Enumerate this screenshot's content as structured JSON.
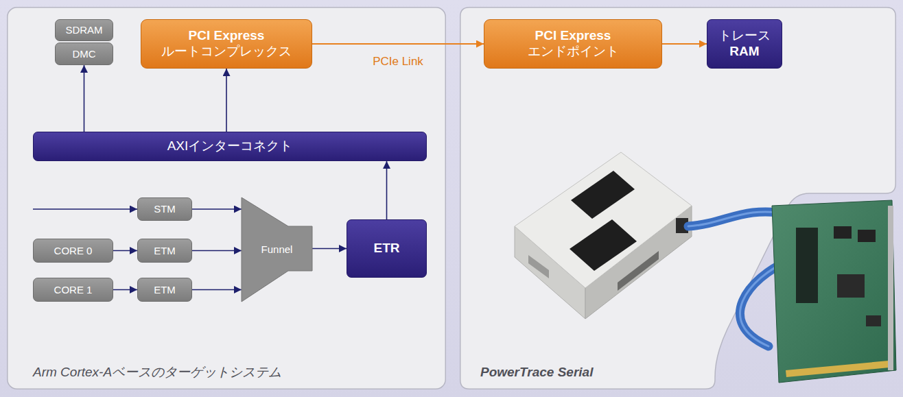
{
  "diagram": {
    "nodes": [
      {
        "text": [
          "Arm Cortex-Aベースのターゲットシステム"
        ]
      },
      {
        "text": [
          "SDRAM"
        ],
        "in": 0
      },
      {
        "text": [
          "DMC"
        ],
        "in": 0
      },
      {
        "text": [
          "PCI Express",
          "ルートコンプレックス"
        ],
        "in": 0
      },
      {
        "text": [
          "AXIインターコネクト"
        ],
        "in": 0
      },
      {
        "text": [
          "STM"
        ],
        "in": 0
      },
      {
        "text": [
          "CORE 0"
        ],
        "in": 0
      },
      {
        "text": [
          "ETM"
        ],
        "in": 0
      },
      {
        "text": [
          "Funnel"
        ],
        "in": 0
      },
      {
        "text": [
          "ETR"
        ],
        "in": 0
      },
      {
        "text": [
          "CORE 1"
        ],
        "in": 0
      },
      {
        "text": [
          "ETM"
        ],
        "in": 0
      },
      {
        "text": [
          "PowerTrace Serial"
        ]
      },
      {
        "text": [
          "PCI Express",
          "エンドポイント"
        ],
        "in": 12
      },
      {
        "text": [
          "トレース",
          "RAM"
        ],
        "in": 12
      }
    ],
    "edges": [
      {
        "from": 4,
        "to": 2,
        "arrow": "to"
      },
      {
        "from": 4,
        "to": 3,
        "arrow": "to"
      },
      {
        "from": 9,
        "to": 4,
        "arrow": "to"
      },
      {
        "from": 6,
        "to": 7,
        "arrow": "to"
      },
      {
        "from": 10,
        "to": 11,
        "arrow": "to"
      },
      {
        "from": 5,
        "to": 8,
        "arrow": "to"
      },
      {
        "from": 7,
        "to": 8,
        "arrow": "to"
      },
      {
        "from": 11,
        "to": 8,
        "arrow": "to"
      },
      {
        "from": 8,
        "to": 9,
        "arrow": "to"
      },
      {
        "from": 3,
        "to": 13,
        "label": "PCIe Link",
        "arrow": "to"
      },
      {
        "from": 13,
        "to": 14,
        "arrow": "to"
      }
    ]
  }
}
